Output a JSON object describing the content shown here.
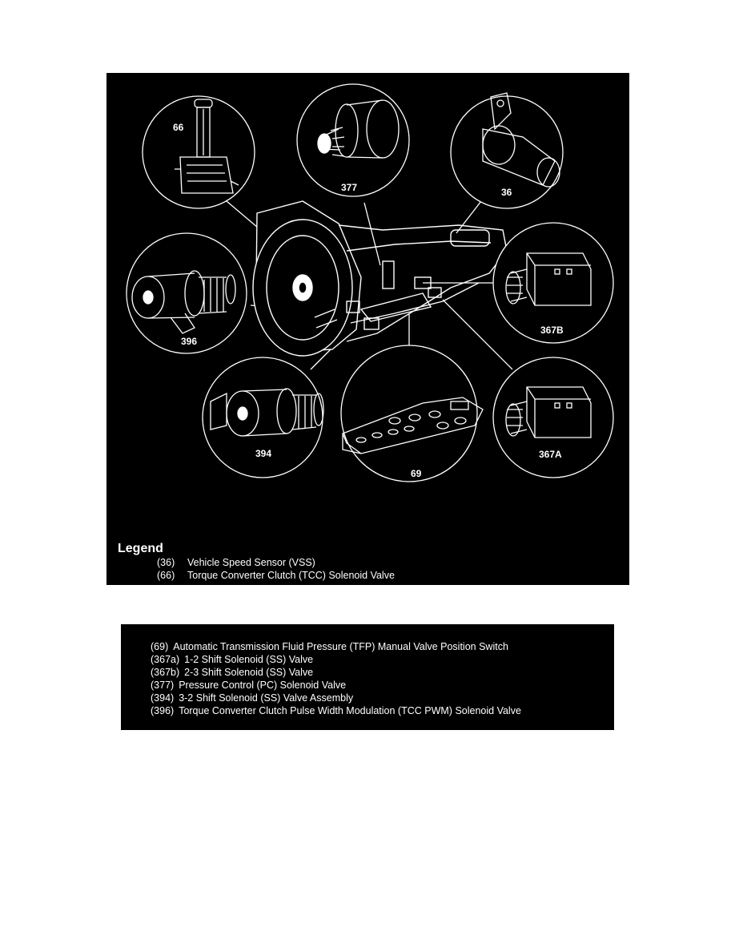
{
  "callouts": {
    "c66": "66",
    "c377": "377",
    "c36": "36",
    "c367b": "367B",
    "c396": "396",
    "c394": "394",
    "c69": "69",
    "c367a": "367A"
  },
  "legend": {
    "title": "Legend",
    "items_top": [
      {
        "code": "(36)",
        "text": "Vehicle Speed Sensor (VSS)"
      },
      {
        "code": "(66)",
        "text": "Torque Converter Clutch (TCC) Solenoid  Valve"
      }
    ],
    "items_bottom": [
      {
        "code": "(69)",
        "text": "Automatic Transmission Fluid Pressure (TFP) Manual Valve Position  Switch"
      },
      {
        "code": "(367a)",
        "text": "1-2 Shift Solenoid (SS) Valve"
      },
      {
        "code": "(367b)",
        "text": "2-3 Shift Solenoid (SS) Valve"
      },
      {
        "code": "(377)",
        "text": "Pressure Control (PC) Solenoid Valve"
      },
      {
        "code": "(394)",
        "text": "3-2 Shift Solenoid (SS) Valve Assembly"
      },
      {
        "code": "(396)",
        "text": "Torque Converter Clutch Pulse Width Modulation (TCC PWM) Solenoid Valve"
      }
    ]
  },
  "colors": {
    "background": "#000000",
    "line": "#ffffff",
    "page": "#ffffff"
  }
}
